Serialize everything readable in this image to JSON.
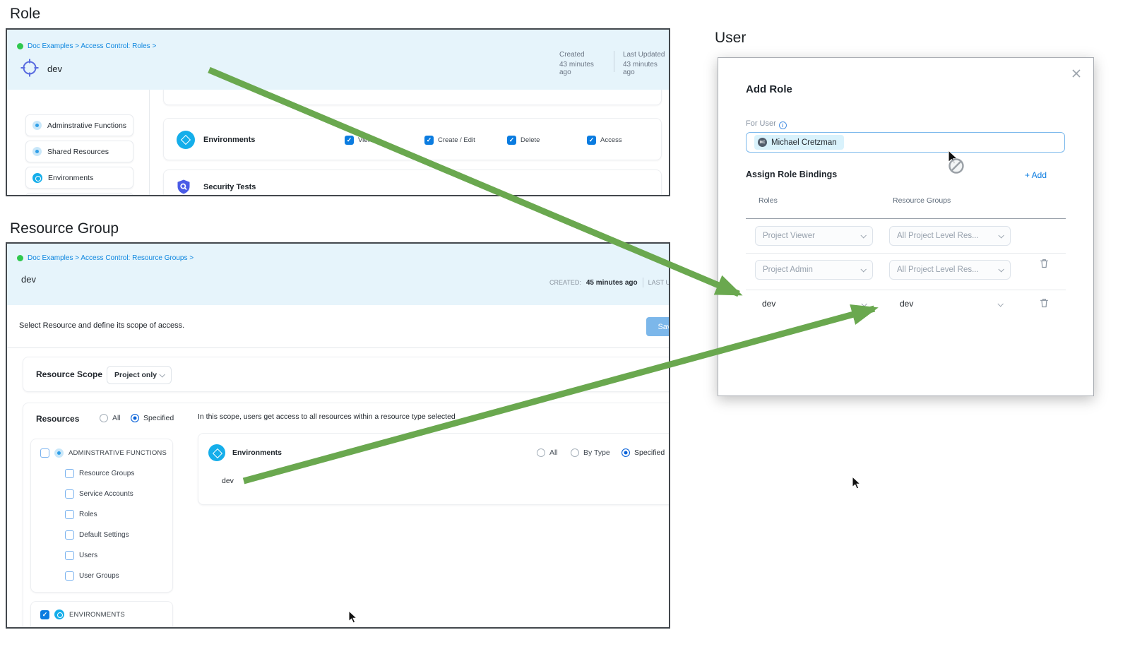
{
  "headings": {
    "role": "Role",
    "resource_group": "Resource Group",
    "user": "User"
  },
  "colors": {
    "arrow_green": "#6aa84f",
    "accent_blue": "#0b7ce0",
    "header_bg": "#e6f4fb"
  },
  "role_panel": {
    "breadcrumb": "Doc Examples > Access Control: Roles >",
    "title": "dev",
    "created_label": "Created",
    "created_value": "43 minutes ago",
    "updated_label": "Last Updated",
    "updated_value": "43 minutes ago",
    "sidebar": [
      {
        "label": "Adminstrative Functions"
      },
      {
        "label": "Shared Resources"
      },
      {
        "label": "Environments"
      }
    ],
    "environments_row": {
      "label": "Environments",
      "permissions": [
        "View",
        "Create / Edit",
        "Delete",
        "Access"
      ]
    },
    "security_row": {
      "label": "Security Tests"
    }
  },
  "resource_group_panel": {
    "breadcrumb": "Doc Examples > Access Control: Resource Groups >",
    "title": "dev",
    "created_label": "CREATED:",
    "created_value": "45 minutes ago",
    "updated_label": "LAST UPD",
    "instruction": "Select Resource and define its scope of access.",
    "save_button": "Save",
    "resource_scope": {
      "label": "Resource Scope",
      "value": "Project only"
    },
    "resources": {
      "label": "Resources",
      "options": [
        "All",
        "Specified"
      ],
      "selected": "Specified",
      "admin_group": {
        "label": "ADMINSTRATIVE FUNCTIONS",
        "children": [
          "Resource Groups",
          "Service Accounts",
          "Roles",
          "Default Settings",
          "Users",
          "User Groups"
        ]
      },
      "environments_group": {
        "label": "ENVIRONMENTS"
      }
    },
    "scope_panel": {
      "note": "In this scope, users get access to all resources within a resource type selected",
      "row_label": "Environments",
      "options": [
        "All",
        "By Type",
        "Specified"
      ],
      "selected": "Specified",
      "item": "dev"
    }
  },
  "user_modal": {
    "title": "Add Role",
    "for_user_label": "For User",
    "user": {
      "initials": "MC",
      "name": "Michael Cretzman"
    },
    "assign_label": "Assign Role Bindings",
    "add_button": "+ Add",
    "columns": {
      "roles": "Roles",
      "resource_groups": "Resource Groups"
    },
    "rows": [
      {
        "role": "Project Viewer",
        "resource_group": "All Project Level Res..."
      },
      {
        "role": "Project Admin",
        "resource_group": "All Project Level Res..."
      },
      {
        "role": "dev",
        "resource_group": "dev"
      }
    ]
  }
}
